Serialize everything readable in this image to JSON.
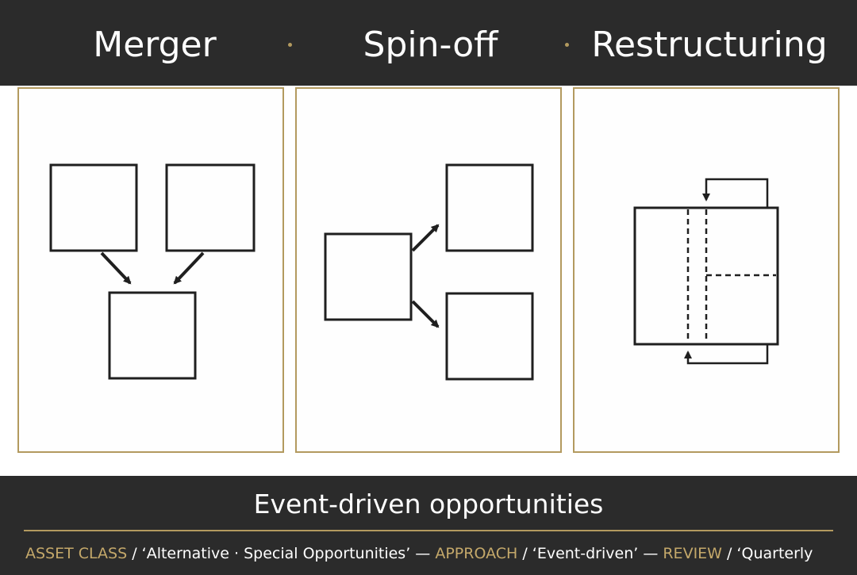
{
  "header": {
    "titles": [
      "Merger",
      "Spin-off",
      "Restructuring"
    ]
  },
  "footer": {
    "title": "Event-driven opportunities",
    "meta": [
      {
        "key": "ASSET CLASS",
        "value": " / ‘Alternative · Special Opportunities’ "
      },
      {
        "key": "APPROACH",
        "value": " / ‘Event-driven’ "
      },
      {
        "key": "REVIEW",
        "value": " / ‘Quarterly"
      }
    ],
    "meta_separator": "— "
  },
  "colors": {
    "dark_band": "#2b2b2b",
    "accent_gold": "#b39a5f",
    "line": "#1f1f1f",
    "text_light": "#ffffff"
  }
}
